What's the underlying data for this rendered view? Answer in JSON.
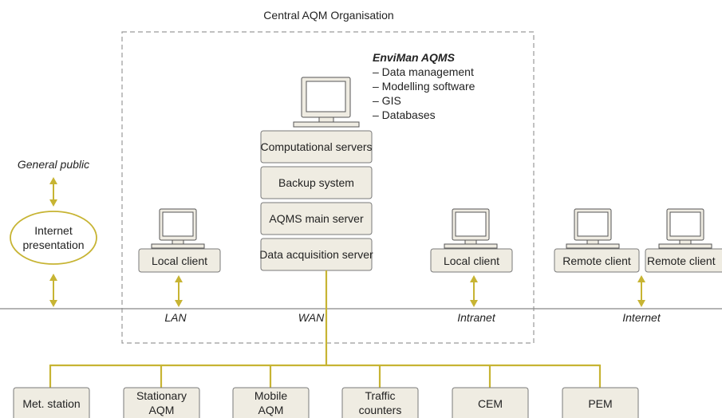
{
  "title": "Central AQM Organisation",
  "aqms": {
    "name": "EnviMan AQMS",
    "items": [
      "– Data management",
      "– Modelling software",
      "– GIS",
      "– Databases"
    ]
  },
  "server_stack": [
    "Computational servers",
    "Backup system",
    "AQMS main server",
    "Data acquisition server"
  ],
  "public": {
    "label": "General public",
    "presentation_lines": [
      "Internet",
      "presentation"
    ]
  },
  "clients": {
    "local_lan": "Local client",
    "local_intranet": "Local client",
    "remote_1": "Remote client",
    "remote_2": "Remote client"
  },
  "networks": [
    "LAN",
    "WAN",
    "Intranet",
    "Internet"
  ],
  "stations": [
    {
      "lines": [
        "Met. station"
      ]
    },
    {
      "lines": [
        "Stationary",
        "AQM"
      ]
    },
    {
      "lines": [
        "Mobile",
        "AQM"
      ]
    },
    {
      "lines": [
        "Traffic",
        "counters"
      ]
    },
    {
      "lines": [
        "CEM"
      ]
    },
    {
      "lines": [
        "PEM"
      ]
    }
  ],
  "colors": {
    "wire": "#c7b433",
    "box_fill": "#efece2",
    "dashed_border": "#9a9a9a"
  }
}
